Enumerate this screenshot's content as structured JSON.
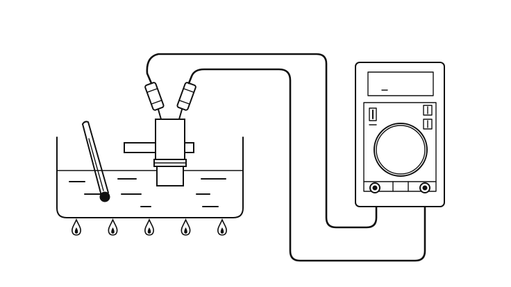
{
  "diagram": {
    "description_free": true,
    "colors": {
      "ink": "#111111",
      "paper": "#ffffff"
    },
    "components": {
      "water_bath": "beaker",
      "thermometer": "thermometer",
      "sensor": "sensor-probe",
      "meter": "multimeter",
      "burners": [
        "flame",
        "flame",
        "flame",
        "flame",
        "flame"
      ]
    }
  }
}
